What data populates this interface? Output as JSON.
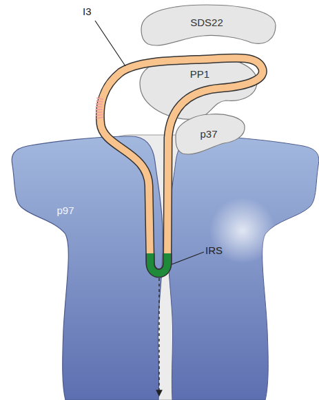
{
  "diagram": {
    "nodes": [
      {
        "text": [
          "SDS22"
        ]
      },
      {
        "text": [
          "PP1"
        ]
      },
      {
        "text": [
          "p37"
        ]
      },
      {
        "text": [
          "p97"
        ]
      }
    ],
    "labels": [
      "I3",
      "IRS"
    ]
  }
}
